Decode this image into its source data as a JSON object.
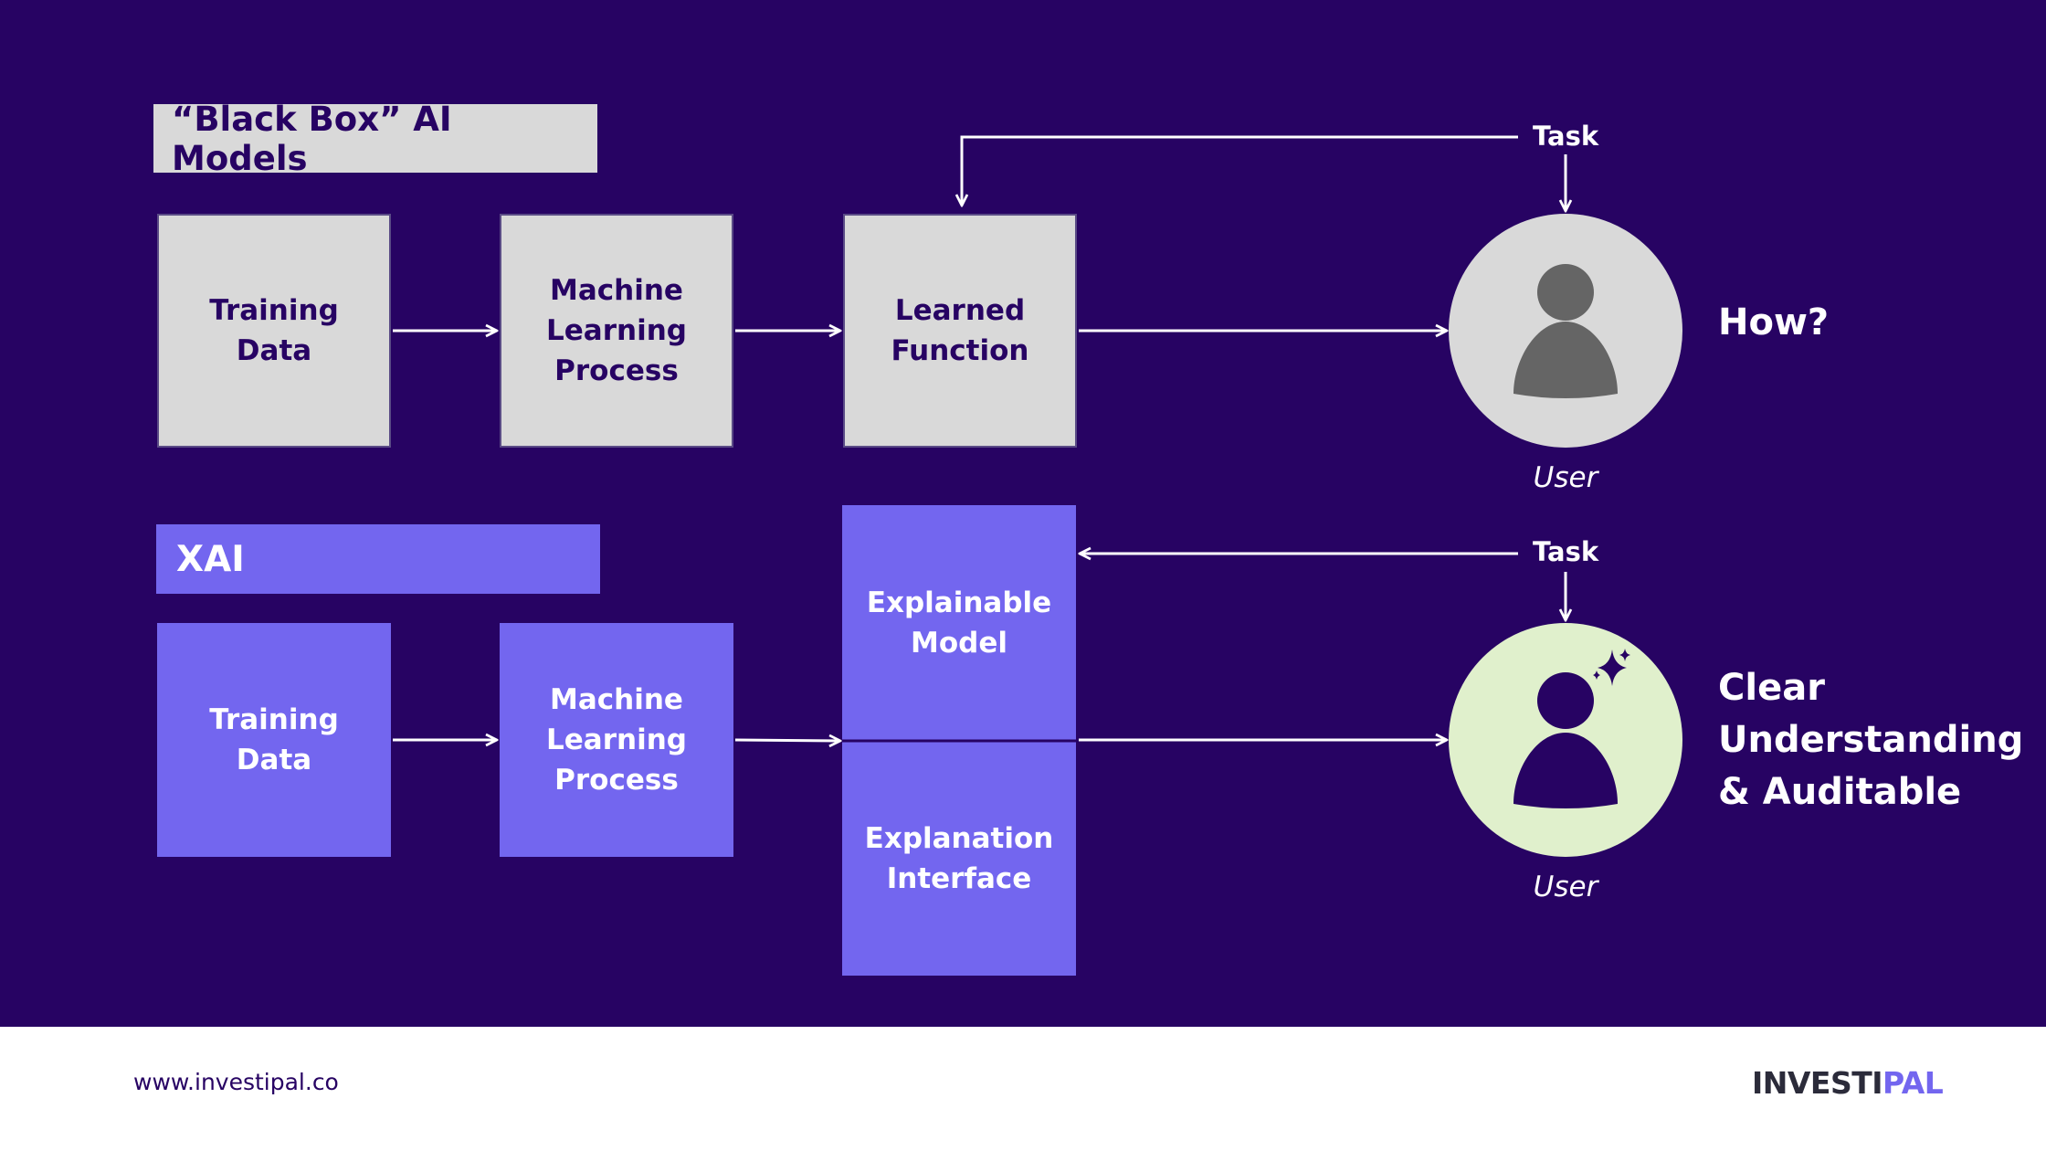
{
  "colors": {
    "background": "#270363",
    "gray_box": "#d9d9d9",
    "purple_box": "#7366ef",
    "user_gray": "#d9d9d9",
    "user_green": "#e0f0cc",
    "icon_gray": "#656565",
    "icon_dark": "#270363"
  },
  "black_box": {
    "title": "“Black Box” AI Models",
    "training_data": "Training Data",
    "ml_process": "Machine\nLearning\nProcess",
    "learned_function": "Learned\nFunction",
    "task": "Task",
    "user_label": "User",
    "outcome": "How?",
    "user_icon": "user-icon"
  },
  "xai": {
    "title": "XAI",
    "training_data": "Training Data",
    "ml_process": "Machine\nLearning\nProcess",
    "explainable_model": "Explainable\nModel",
    "explanation_interface": "Explanation\nInterface",
    "task": "Task",
    "user_label": "User",
    "outcome": "Clear\nUnderstanding\n& Auditable",
    "user_icon": "user-sparkle-icon"
  },
  "footer": {
    "url": "www.investipal.co",
    "logo_part1": "INVESTI",
    "logo_part2": "PAL"
  }
}
